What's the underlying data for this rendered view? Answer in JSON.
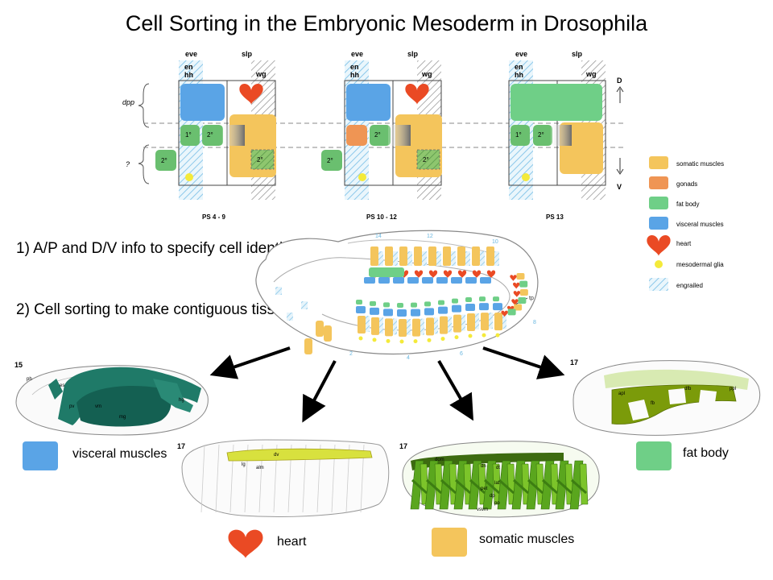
{
  "title": "Cell Sorting in the Embryonic Mesoderm in Drosophila",
  "notes": [
    "1) A/P and D/V info to specify cell identity",
    "2) Cell sorting to make contiguous tissues"
  ],
  "schematic": {
    "gene_labels": {
      "eve": "eve",
      "slp": "slp",
      "en": "en",
      "hh": "hh",
      "wg": "wg"
    },
    "axis_labels": {
      "dpp": "dpp",
      "unknown": "?",
      "dorsal": "D",
      "ventral": "V"
    },
    "cell_labels": {
      "primary": "1°",
      "secondary": "2°"
    },
    "panels": [
      "PS 4 - 9",
      "PS 10 - 12",
      "PS 13"
    ]
  },
  "legend": [
    {
      "label": "somatic muscles",
      "color": "#f4c55c"
    },
    {
      "label": "gonads",
      "color": "#ef9554"
    },
    {
      "label": "fat body",
      "color": "#6fcf87"
    },
    {
      "label": "visceral muscles",
      "color": "#5aa4e6"
    },
    {
      "label": "heart",
      "color": "#ea4a24"
    },
    {
      "label": "mesodermal glia",
      "color": "#f4ea3a"
    },
    {
      "label": "engrailed",
      "color": "#9fd4ee"
    }
  ],
  "embryo_numbers": [
    "14",
    "12",
    "10",
    "tp",
    "8",
    "2",
    "4",
    "6"
  ],
  "tissues": [
    {
      "stage": "15",
      "label": "visceral muscles",
      "swatch": "#5aa4e6",
      "annotations": [
        "ph",
        "es",
        "pv",
        "vm",
        "mg",
        "hg"
      ]
    },
    {
      "stage": "17",
      "label": "heart",
      "swatch": "#ea4a24",
      "annotations": [
        "dv",
        "lg",
        "alm"
      ]
    },
    {
      "stage": "17",
      "label": "somatic muscles",
      "swatch": "#f4c55c",
      "annotations": [
        "dom",
        "dn",
        "dt",
        "lat",
        "pet",
        "dp",
        "po",
        "vsvm"
      ]
    },
    {
      "stage": "17",
      "label": "fat body",
      "swatch": "#6fcf87",
      "annotations": [
        "apl",
        "dfb",
        "ppl",
        "fb"
      ]
    }
  ]
}
